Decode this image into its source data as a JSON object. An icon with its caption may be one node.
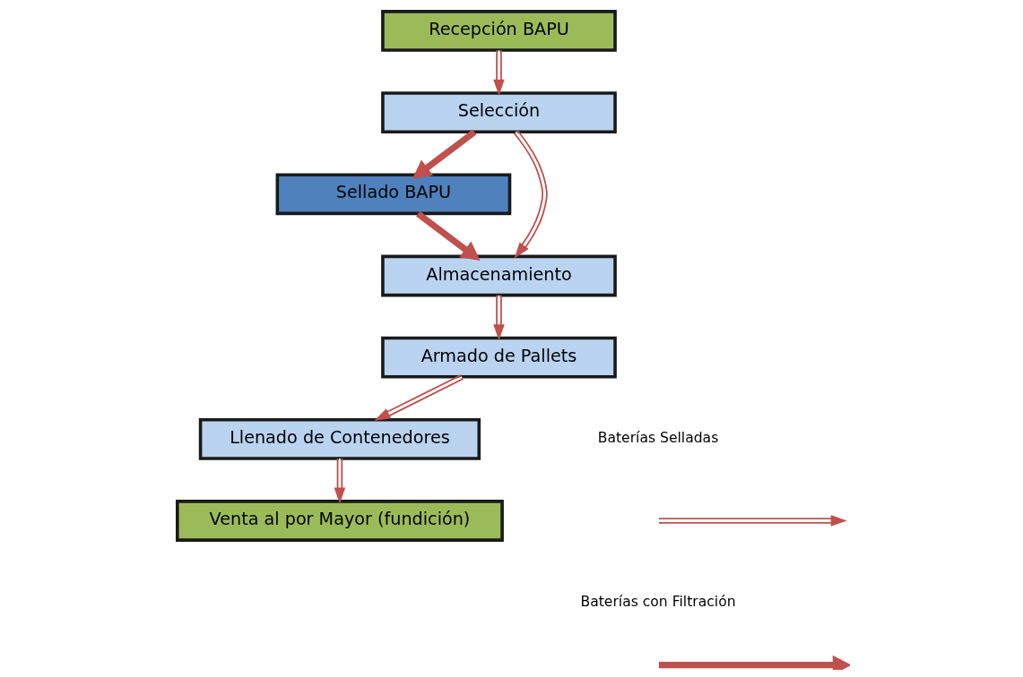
{
  "diagram": {
    "nodes": [
      {
        "text": [
          "Recepción BAPU"
        ]
      },
      {
        "text": [
          "Selección"
        ]
      },
      {
        "text": [
          "Sellado BAPU"
        ]
      },
      {
        "text": [
          "Almacenamiento"
        ]
      },
      {
        "text": [
          "Armado de Pallets"
        ]
      },
      {
        "text": [
          "Llenado de Contenedores"
        ]
      },
      {
        "text": [
          "Venta al por Mayor (fundición)"
        ]
      }
    ],
    "edges": [
      {
        "from": 0,
        "to": 1,
        "arrow": "to"
      },
      {
        "from": 1,
        "to": 2,
        "arrow": "to",
        "style": "thick"
      },
      {
        "from": 1,
        "to": 3,
        "arrow": "to"
      },
      {
        "from": 2,
        "to": 3,
        "arrow": "to",
        "style": "thick"
      },
      {
        "from": 3,
        "to": 4,
        "arrow": "to"
      },
      {
        "from": 4,
        "to": 5,
        "arrow": "to"
      },
      {
        "from": 5,
        "to": 6,
        "arrow": "to"
      }
    ],
    "legend": [
      {
        "text": "Baterías Selladas"
      },
      {
        "text": "Baterías con Filtración"
      }
    ]
  }
}
